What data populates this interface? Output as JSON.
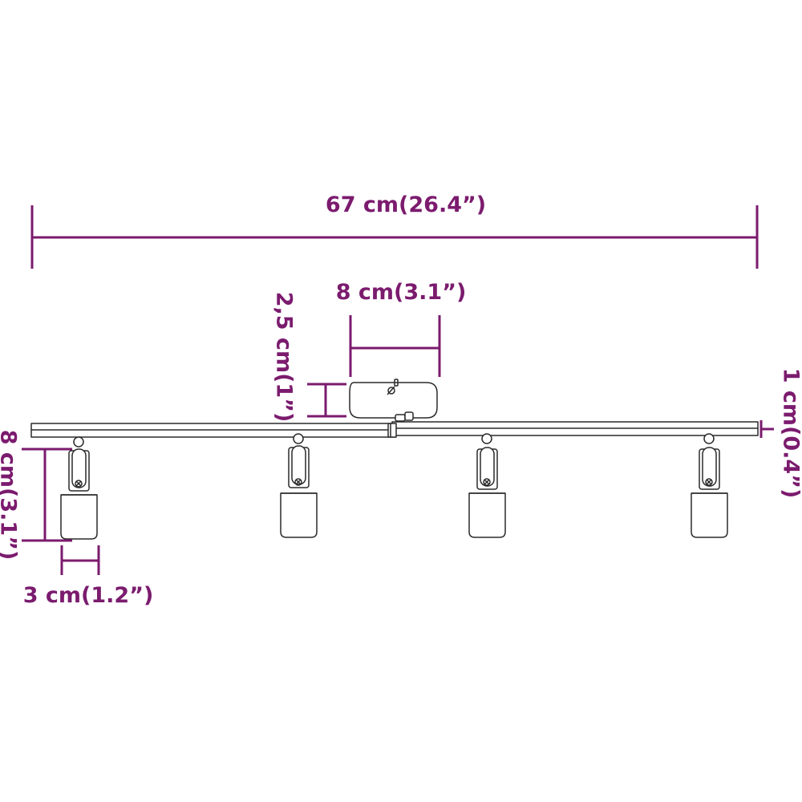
{
  "colors": {
    "dimension": "#7b1b6e",
    "outline": "#2a2a2a",
    "background": "#ffffff"
  },
  "dimensions": {
    "total_length": "67 cm(26.4”)",
    "base_width": "8 cm(3.1”)",
    "base_height": "2,5 cm(1”)",
    "bar_height": "1 cm(0.4”)",
    "spot_height": "8 cm(3.1”)",
    "spot_width": "3 cm(1.2”)"
  },
  "product": {
    "spotlight_count": 4
  }
}
